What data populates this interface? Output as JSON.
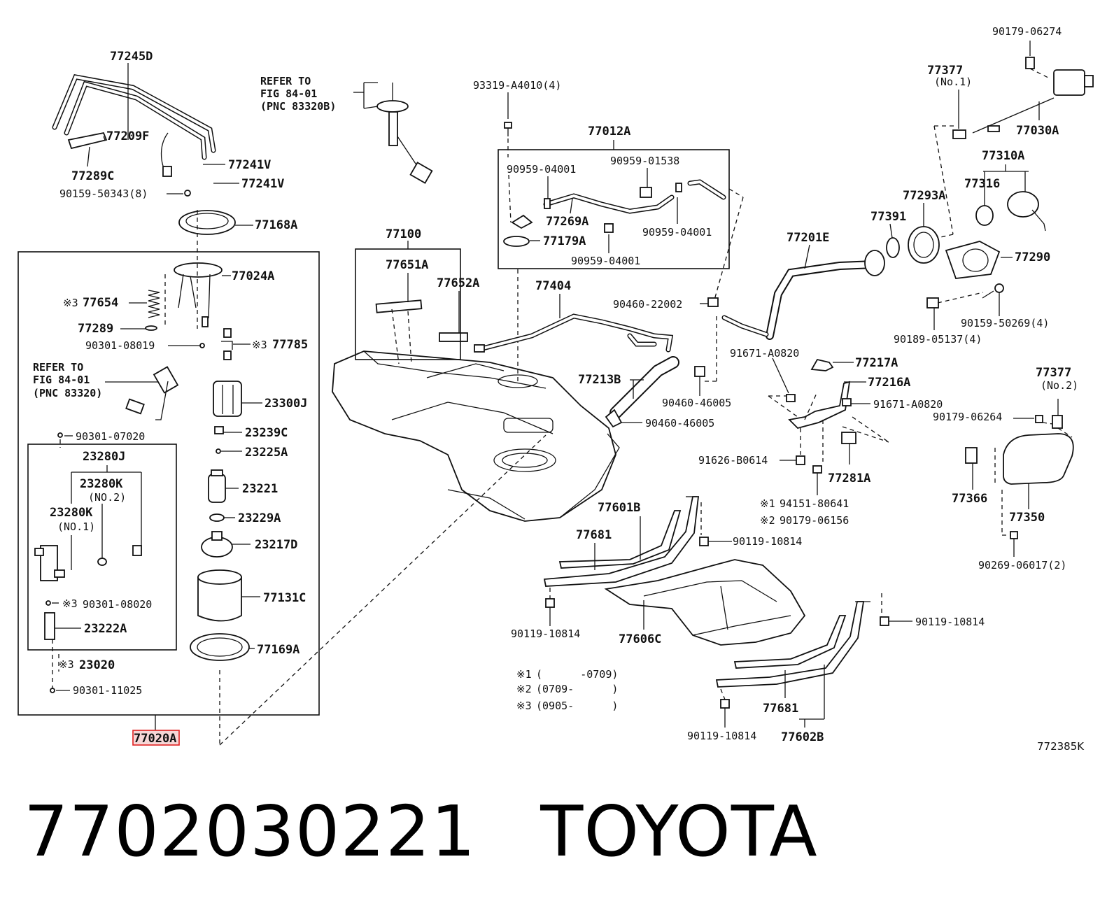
{
  "diagram_ref": "772385K",
  "highlighted_part": "77020A",
  "caption": {
    "part_number": "7702030221",
    "brand": "TOYOTA"
  },
  "notes": [
    {
      "mark": "※1",
      "range": "(      -0709)"
    },
    {
      "mark": "※2",
      "range": "(0709-      )"
    },
    {
      "mark": "※3",
      "range": "(0905-      )"
    }
  ],
  "refer": {
    "upper": [
      "REFER TO",
      "FIG 84-01",
      "(PNC 83320B)"
    ],
    "lower": [
      "REFER TO",
      "FIG 84-01",
      "(PNC 83320)"
    ]
  },
  "labels": {
    "l77245D": "77245D",
    "l77209F": "77209F",
    "l77289C": "77289C",
    "l77241V_a": "77241V",
    "l77241V_b": "77241V",
    "l90159_50343": "90159-50343(8)",
    "l77168A": "77168A",
    "l77024A": "77024A",
    "l77654": "77654",
    "l77654_mark": "※3",
    "l77289": "77289",
    "l90301_08019": "90301-08019",
    "l77785": "77785",
    "l77785_mark": "※3",
    "l23300J": "23300J",
    "l23239C": "23239C",
    "l90301_07020": "90301-07020",
    "l23225A": "23225A",
    "l23280J": "23280J",
    "l23280K_2": "23280K",
    "l23280K_2n": "(NO.2)",
    "l23280K_1": "23280K",
    "l23280K_1n": "(NO.1)",
    "l23221": "23221",
    "l23229A": "23229A",
    "l23217D": "23217D",
    "l77131C": "77131C",
    "l90301_08020": "90301-08020",
    "l90301_08020_mark": "※3",
    "l23222A": "23222A",
    "l77169A": "77169A",
    "l23020": "23020",
    "l23020_mark": "※3",
    "l90301_11025": "90301-11025",
    "l77020A": "77020A",
    "l93319": "93319-A4010(4)",
    "l77012A": "77012A",
    "l90959_04001_a": "90959-04001",
    "l90959_01538": "90959-01538",
    "l77269A": "77269A",
    "l90959_04001_b": "90959-04001",
    "l77179A": "77179A",
    "l90959_04001_c": "90959-04001",
    "l77100": "77100",
    "l77651A": "77651A",
    "l77652A": "77652A",
    "l77404": "77404",
    "l90460_22002": "90460-22002",
    "l77213B": "77213B",
    "l90460_46005_a": "90460-46005",
    "l90460_46005_b": "90460-46005",
    "l91671_A0820_a": "91671-A0820",
    "l77217A": "77217A",
    "l77216A": "77216A",
    "l91671_A0820_b": "91671-A0820",
    "l91626": "91626-B0614",
    "l77281A": "77281A",
    "l94151_mark": "※1",
    "l94151": "94151-80641",
    "l90179_06156_mark": "※2",
    "l90179_06156": "90179-06156",
    "l77601B": "77601B",
    "l77681_a": "77681",
    "l90119_10814_a": "90119-10814",
    "l90119_10814_b": "90119-10814",
    "l77606C": "77606C",
    "l90119_10814_c": "90119-10814",
    "l77681_b": "77681",
    "l90119_10814_d": "90119-10814",
    "l77602B": "77602B",
    "l90179_06274": "90179-06274",
    "l77377_1": "77377",
    "l77377_1n": "(No.1)",
    "l77030A": "77030A",
    "l77310A": "77310A",
    "l77316": "77316",
    "l77293A": "77293A",
    "l77391": "77391",
    "l77201E": "77201E",
    "l77290": "77290",
    "l90159_50269": "90159-50269(4)",
    "l90189_05137": "90189-05137(4)",
    "l77377_2": "77377",
    "l77377_2n": "(No.2)",
    "l90179_06264": "90179-06264",
    "l77366": "77366",
    "l77350": "77350",
    "l90269_06017": "90269-06017(2)"
  },
  "colors": {
    "line": "#111111",
    "highlight": "#e02020",
    "highlight_fill": "#f6d6d6"
  }
}
